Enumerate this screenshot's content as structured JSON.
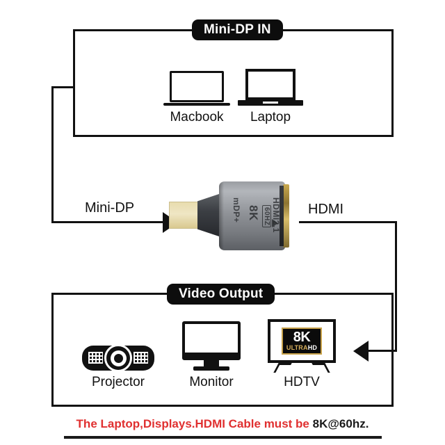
{
  "diagram": {
    "input_group": {
      "label": "Mini-DP IN",
      "devices": [
        {
          "name": "Macbook",
          "icon": "macbook-icon"
        },
        {
          "name": "Laptop",
          "icon": "laptop-icon"
        }
      ]
    },
    "output_group": {
      "label": "Video Output",
      "devices": [
        {
          "name": "Projector",
          "icon": "projector-icon"
        },
        {
          "name": "Monitor",
          "icon": "monitor-icon"
        },
        {
          "name": "HDTV",
          "icon": "hdtv-icon"
        }
      ]
    },
    "connections": {
      "input_label": "Mini-DP",
      "output_label": "HDMI"
    },
    "adapter": {
      "input_side_text": "mDP+",
      "resolution_text": "8K",
      "refresh_text": "60HZ",
      "standard_text": "HDMI2.1",
      "arrow_glyph": "triangle-right"
    },
    "hdtv_badge": {
      "resolution": "8K",
      "ultra_prefix": "ULTRA",
      "hd_suffix": "HD"
    },
    "footer": {
      "note_red": "The Laptop,Displays.HDMI Cable must be ",
      "note_black": "8K@60hz."
    },
    "colors": {
      "line": "#111111",
      "label_bg": "#0d0d0d",
      "label_text": "#ffffff",
      "warning_red": "#e03030",
      "badge_gold": "#c8a24a",
      "connector_gold": "#e8dcae",
      "adapter_body": "#9a9da2"
    }
  }
}
